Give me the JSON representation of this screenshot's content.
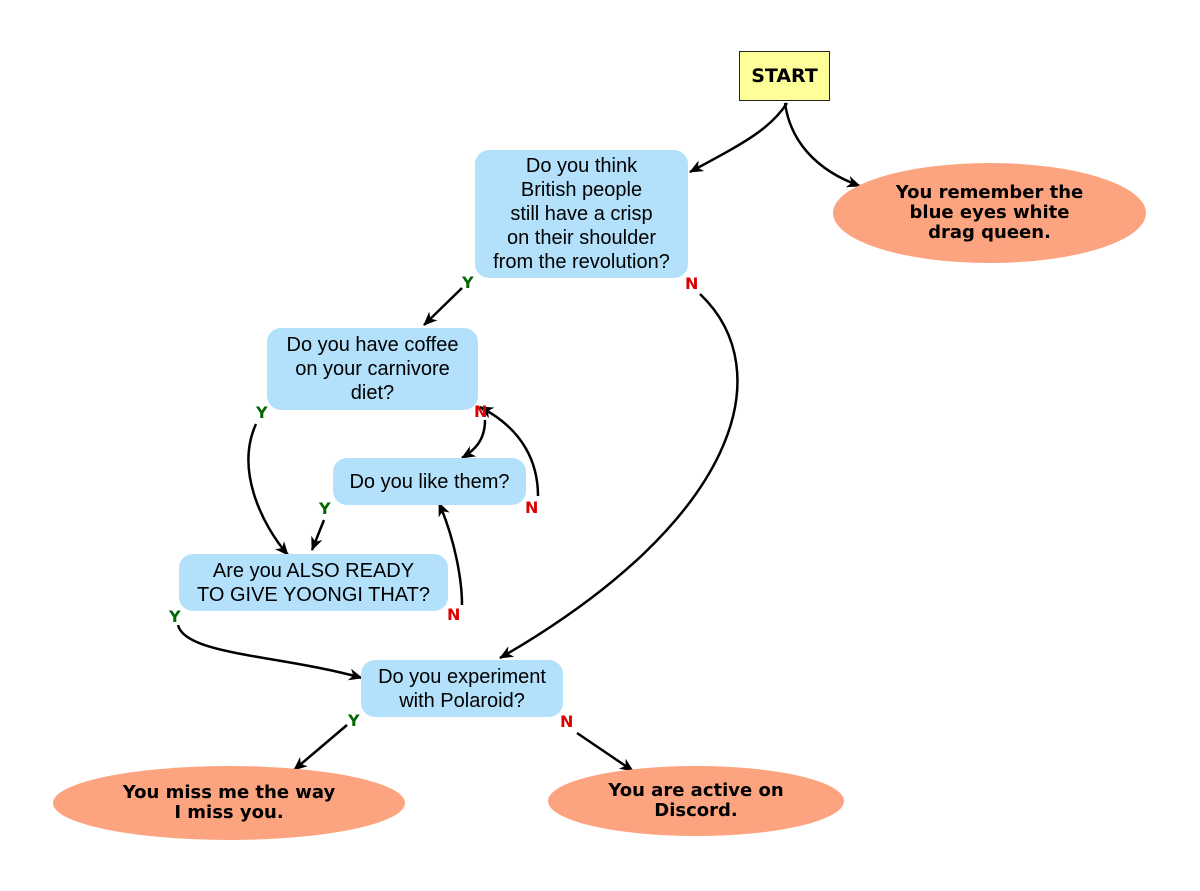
{
  "colors": {
    "start_fill": "#ffff99",
    "question_fill": "#b3e0fa",
    "outcome_fill": "#fca47f",
    "yes_label": "#006600",
    "no_label": "#dd0000",
    "arrow": "#000000"
  },
  "nodes": {
    "start": {
      "label": "START"
    },
    "q_british": {
      "label": "Do you think\nBritish people\nstill have a crisp\non their shoulder\nfrom the revolution?"
    },
    "q_coffee": {
      "label": "Do you have coffee\non your carnivore\ndiet?"
    },
    "q_like": {
      "label": "Do you like them?"
    },
    "q_ready": {
      "label": "Are you ALSO READY\nTO GIVE YOONGI THAT?"
    },
    "q_polaroid": {
      "label": "Do you experiment\nwith Polaroid?"
    },
    "o_blue_eyes": {
      "label": "You remember the\nblue eyes white\ndrag queen."
    },
    "o_miss": {
      "label": "You miss me the way\nI miss you."
    },
    "o_discord": {
      "label": "You are active on\nDiscord."
    }
  },
  "edges": [
    {
      "from": "start",
      "to": "q_british",
      "label": ""
    },
    {
      "from": "start",
      "to": "o_blue_eyes",
      "label": ""
    },
    {
      "from": "q_british",
      "to": "q_coffee",
      "label": "Y"
    },
    {
      "from": "q_british",
      "to": "q_polaroid",
      "label": "N"
    },
    {
      "from": "q_coffee",
      "to": "q_ready",
      "label": "Y"
    },
    {
      "from": "q_coffee",
      "to": "q_like",
      "label": "N"
    },
    {
      "from": "q_like",
      "to": "q_ready",
      "label": "Y"
    },
    {
      "from": "q_like",
      "to": "q_coffee",
      "label": "N"
    },
    {
      "from": "q_ready",
      "to": "q_polaroid",
      "label": "Y"
    },
    {
      "from": "q_ready",
      "to": "q_like",
      "label": "N"
    },
    {
      "from": "q_polaroid",
      "to": "o_miss",
      "label": "Y"
    },
    {
      "from": "q_polaroid",
      "to": "o_discord",
      "label": "N"
    }
  ]
}
